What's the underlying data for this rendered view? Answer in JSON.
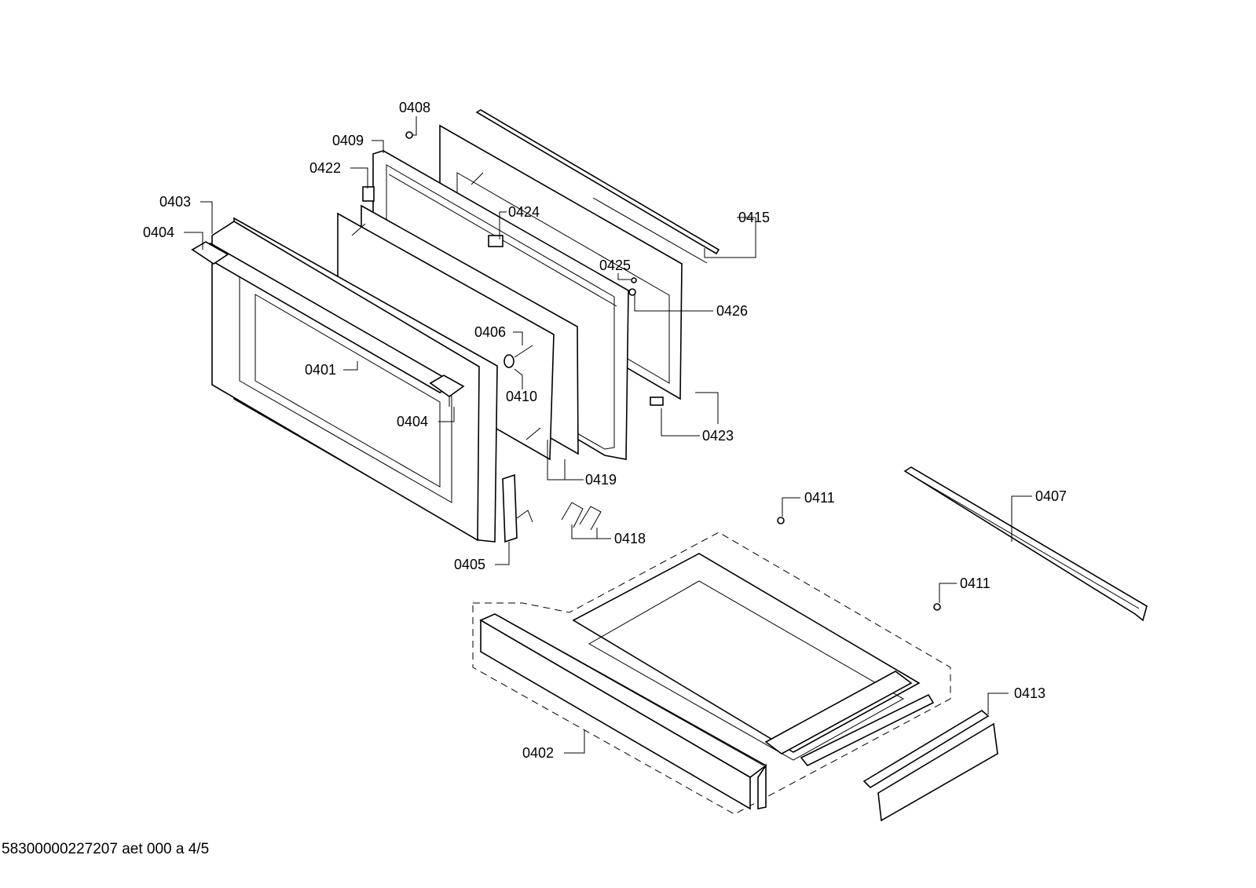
{
  "diagram": {
    "title": "Exploded view - oven door and warming drawer",
    "labels": [
      "0408",
      "0409",
      "0422",
      "0403",
      "0404",
      "0424",
      "0415",
      "0425",
      "0426",
      "0406",
      "0410",
      "0401",
      "0404",
      "0423",
      "0419",
      "0405",
      "0418",
      "0411",
      "0407",
      "0411",
      "0413",
      "0402"
    ]
  },
  "footer": {
    "text": "58300000227207 aet 000 a 4/5"
  }
}
